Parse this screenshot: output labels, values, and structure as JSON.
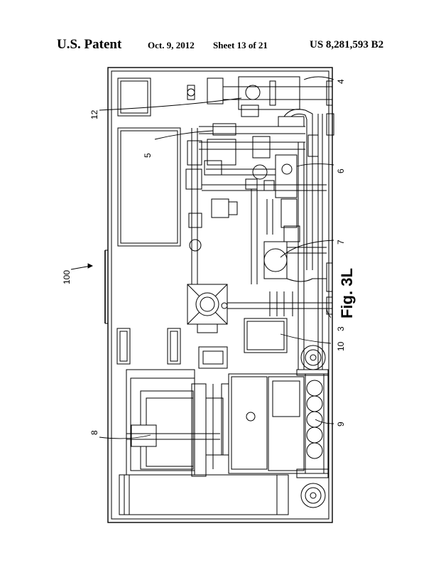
{
  "header": {
    "title": "U.S. Patent",
    "date": "Oct. 9, 2012",
    "sheet": "Sheet 13 of 21",
    "patent_number": "US 8,281,593 B2"
  },
  "figure": {
    "caption": "Fig. 3L",
    "assembly_label": "100"
  },
  "reference_numerals": [
    "4",
    "12",
    "5",
    "6",
    "7",
    "3",
    "10",
    "8",
    "9"
  ]
}
